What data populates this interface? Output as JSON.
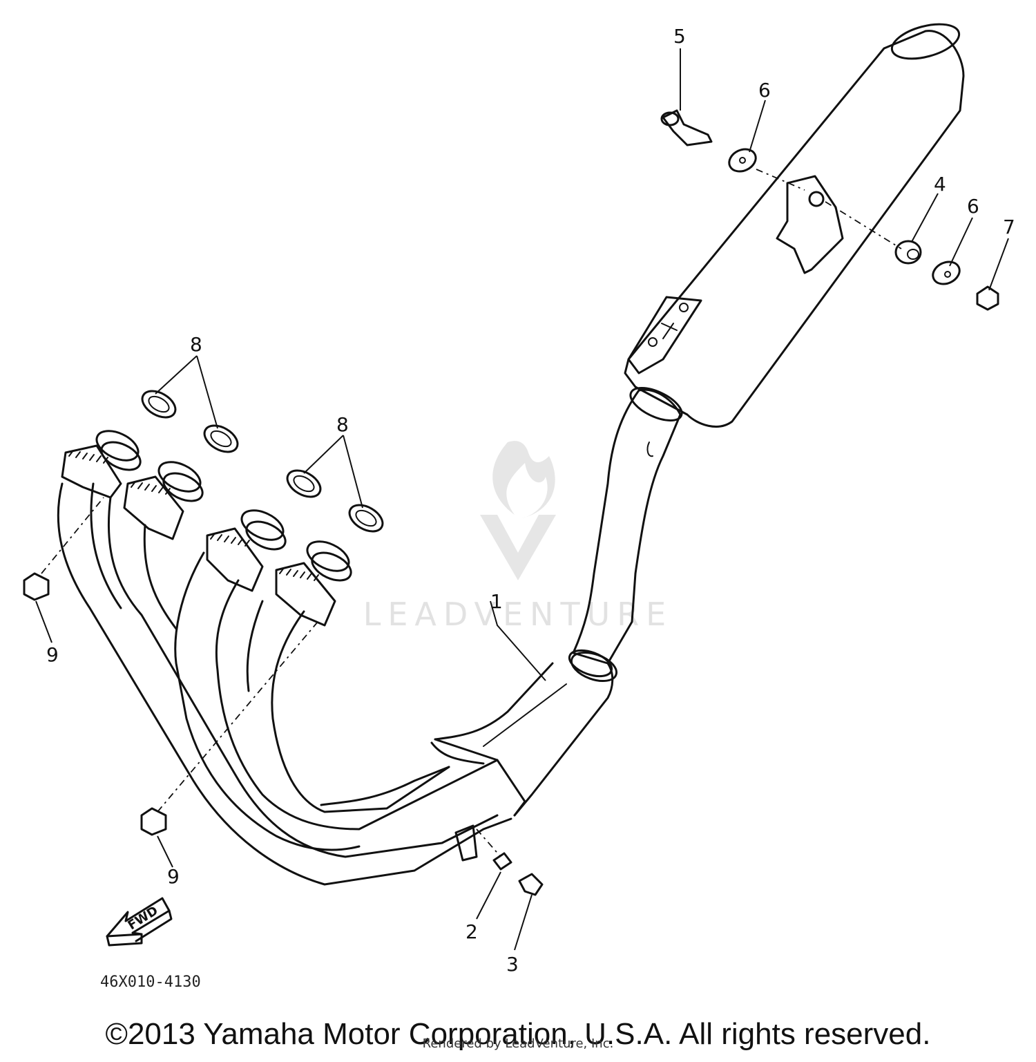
{
  "labels": {
    "p1": "1",
    "p2": "2",
    "p3": "3",
    "p4": "4",
    "p5": "5",
    "p6a": "6",
    "p6b": "6",
    "p7": "7",
    "p8a": "8",
    "p8b": "8",
    "p9a": "9",
    "p9b": "9"
  },
  "arrow_label": "FWD",
  "diagram_code": "46X010-4130",
  "watermark": "LEADVENTURE",
  "copyright": "©2013 Yamaha Motor Corporation, U.S.A. All rights reserved.",
  "rendered_by": "Rendered by LeadVenture, Inc.",
  "colors": {
    "line": "#111111",
    "watermark": "#e2e2e2",
    "background": "#ffffff"
  }
}
